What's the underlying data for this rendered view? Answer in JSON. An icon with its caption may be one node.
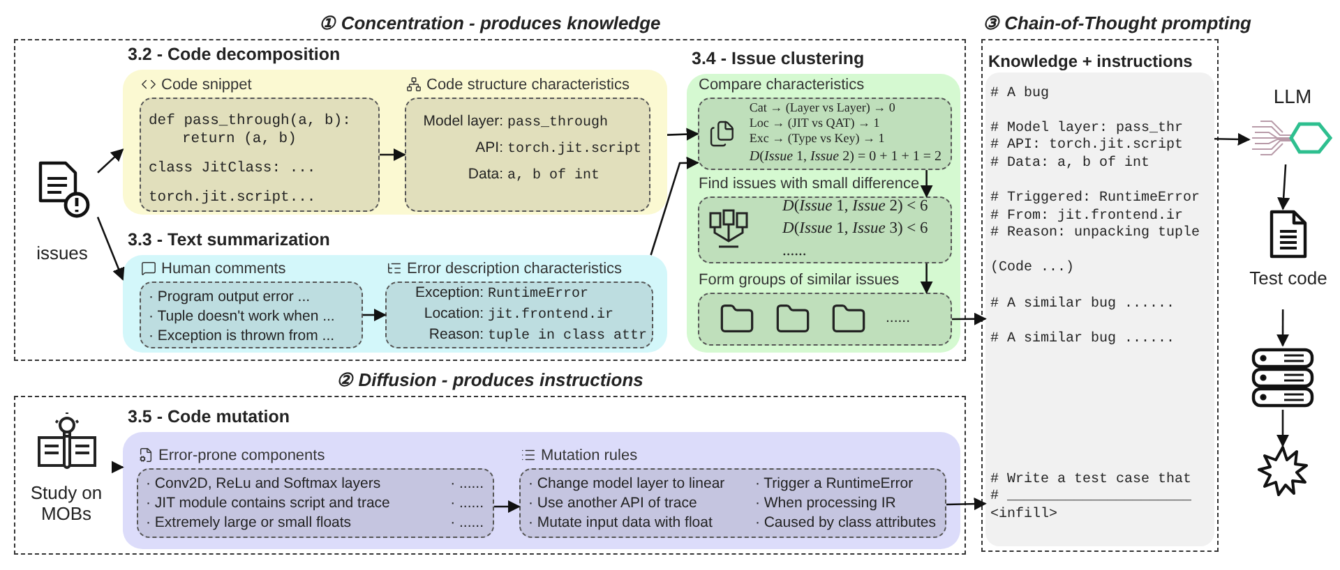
{
  "diagram": {
    "nodes": [
      {
        "text": [
          "① Concentration - produces knowledge"
        ]
      },
      {
        "text": [
          "3.2 - Code decomposition"
        ],
        "in": 0
      },
      {
        "text": [
          "Code snippet",
          "def pass_through(a, b):",
          "return (a, b)",
          "class JitClass: ...",
          "torch.jit.script..."
        ],
        "in": 1
      },
      {
        "text": [
          "Code structure characteristics",
          "Model layer: pass_through",
          "API: torch.jit.script",
          "Data: a, b of int"
        ],
        "in": 1
      },
      {
        "text": [
          "3.3 - Text summarization"
        ],
        "in": 0
      },
      {
        "text": [
          "Human comments",
          "· Program output error ...",
          "· Tuple doesn't work when ...",
          "· Exception is thrown from ..."
        ],
        "in": 4
      },
      {
        "text": [
          "Error description characteristics",
          "Exception: RuntimeError",
          "Location: jit.frontend.ir",
          "Reason: tuple in class attr"
        ],
        "in": 4
      },
      {
        "text": [
          "3.4 - Issue clustering"
        ],
        "in": 0
      },
      {
        "text": [
          "Compare characteristics",
          "Cat → (Layer vs Layer) → 0",
          "Loc → (JIT vs QAT) → 1",
          "Exc → (Type vs Key) → 1",
          "*D*(*Issue* 1, *Issue* 2) = 0 + 1 + 1 = 2"
        ],
        "in": 7
      },
      {
        "text": [
          "Find issues with small difference",
          "*D*(*Issue* 1, *Issue* 2) < 6",
          "*D*(*Issue* 1, *Issue* 3) < 6",
          "......"
        ],
        "in": 7
      },
      {
        "text": [
          "Form groups of similar issues",
          "......"
        ],
        "in": 7
      },
      {
        "text": [
          "issues"
        ],
        "in": 0
      },
      {
        "text": [
          "② Diffusion - produces instructions"
        ]
      },
      {
        "text": [
          "3.5 - Code mutation"
        ],
        "in": 12
      },
      {
        "text": [
          "Error-prone components",
          "· Conv2D, ReLu and Softmax layers",
          "· JIT module contains script and trace",
          "· Extremely large or small floats",
          "· ......",
          "· ......",
          "· ......"
        ],
        "in": 13
      },
      {
        "text": [
          "Mutation rules",
          "· Change model layer to linear",
          "· Use another API of trace",
          "· Mutate input data with float",
          "· Trigger a RuntimeError",
          "· When processing IR",
          "· Caused by class attributes"
        ],
        "in": 13
      },
      {
        "text": [
          "Study on MOBs"
        ],
        "in": 12
      },
      {
        "text": [
          "③ Chain-of-Thought prompting",
          "Knowledge + instructions"
        ]
      },
      {
        "text": [
          "# A bug",
          "# Model layer: pass_thr",
          "# API: torch.jit.script",
          "# Data: a, b of int",
          "# Triggered: RuntimeError",
          "# From: jit.frontend.ir",
          "# Reason: unpacking tuple",
          "(Code ...)",
          "# A similar bug ......",
          "# A similar bug ......",
          "# Write a test case that",
          "# ______________________",
          "<infill>"
        ],
        "in": 17
      },
      {
        "text": [
          "LLM"
        ]
      },
      {
        "text": [
          "Test code"
        ]
      },
      {
        "text": [],
        "shape": "server"
      },
      {
        "text": [],
        "shape": "star"
      }
    ],
    "edges": [
      {
        "from": 11,
        "to": 1,
        "arrow": "to"
      },
      {
        "from": 11,
        "to": 4,
        "arrow": "to"
      },
      {
        "from": 2,
        "to": 3,
        "arrow": "to"
      },
      {
        "from": 5,
        "to": 6,
        "arrow": "to"
      },
      {
        "from": 1,
        "to": 8,
        "arrow": "to"
      },
      {
        "from": 4,
        "to": 8,
        "arrow": "to"
      },
      {
        "from": 8,
        "to": 9,
        "arrow": "to"
      },
      {
        "from": 9,
        "to": 10,
        "arrow": "to"
      },
      {
        "from": 10,
        "to": 18,
        "arrow": "to"
      },
      {
        "from": 15,
        "to": 18,
        "arrow": "to"
      },
      {
        "from": 16,
        "to": 13,
        "arrow": "to"
      },
      {
        "from": 14,
        "to": 15,
        "arrow": "to"
      },
      {
        "from": 18,
        "to": 19,
        "arrow": "to"
      },
      {
        "from": 19,
        "to": 20,
        "arrow": "to"
      },
      {
        "from": 20,
        "to": 21,
        "arrow": "to"
      },
      {
        "from": 21,
        "to": 22,
        "arrow": "to"
      }
    ]
  }
}
